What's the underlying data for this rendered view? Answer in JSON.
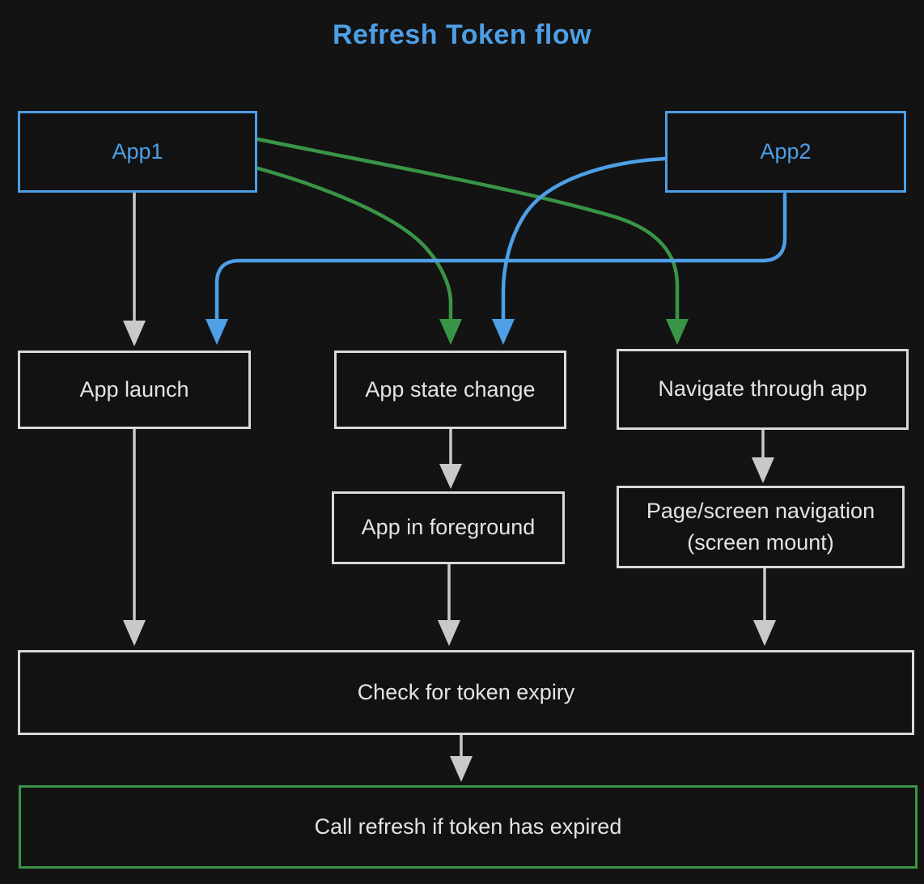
{
  "title": "Refresh Token flow",
  "colors": {
    "bg": "#131313",
    "node_bg": "#121212",
    "node_border": "#d9d9d9",
    "text": "#e4e4e4",
    "blue": "#4d9fe6",
    "green": "#399546",
    "gray_line": "#c9c9c9"
  },
  "nodes": {
    "app1": {
      "label": "App1"
    },
    "app2": {
      "label": "App2"
    },
    "app_launch": {
      "label": "App launch"
    },
    "app_state_change": {
      "label": "App state change"
    },
    "navigate": {
      "label": "Navigate through app"
    },
    "app_in_foreground": {
      "label": "App in foreground"
    },
    "page_screen_navigation": {
      "label_line1": "Page/screen navigation",
      "label_line2": "(screen mount)"
    },
    "check_token_expiry": {
      "label": "Check for token expiry"
    },
    "call_refresh": {
      "label": "Call refresh if token has expired"
    }
  },
  "edges": [
    {
      "from": "App1",
      "to": "App launch",
      "color": "gray"
    },
    {
      "from": "App1",
      "to": "App state change",
      "color": "green"
    },
    {
      "from": "App1",
      "to": "Navigate through app",
      "color": "green"
    },
    {
      "from": "App2",
      "to": "App launch",
      "color": "blue"
    },
    {
      "from": "App2",
      "to": "App state change",
      "color": "blue"
    },
    {
      "from": "App launch",
      "to": "Check for token expiry",
      "color": "gray"
    },
    {
      "from": "App state change",
      "to": "App in foreground",
      "color": "gray"
    },
    {
      "from": "App in foreground",
      "to": "Check for token expiry",
      "color": "gray"
    },
    {
      "from": "Navigate through app",
      "to": "Page/screen navigation (screen mount)",
      "color": "gray"
    },
    {
      "from": "Page/screen navigation (screen mount)",
      "to": "Check for token expiry",
      "color": "gray"
    },
    {
      "from": "Check for token expiry",
      "to": "Call refresh if token has expired",
      "color": "gray"
    }
  ]
}
